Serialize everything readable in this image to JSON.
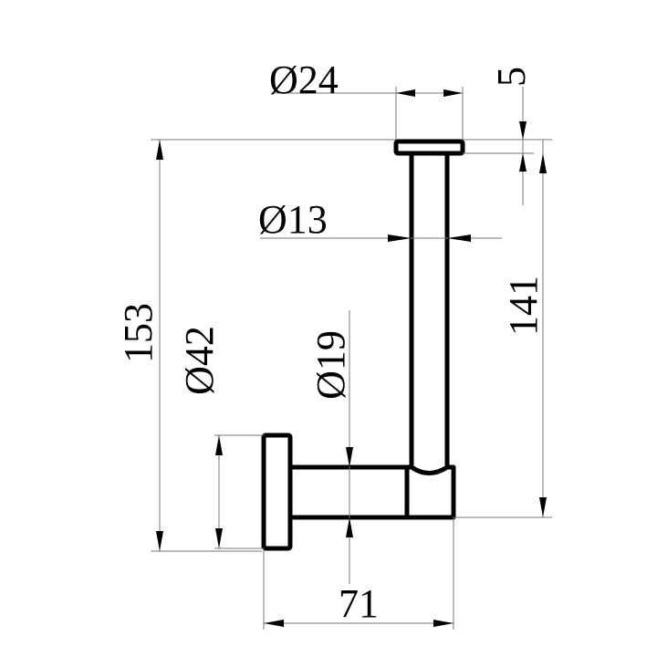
{
  "drawing": {
    "dimensions": {
      "cap_diameter": "Ø24",
      "cap_thickness": "5",
      "stem_diameter": "Ø13",
      "overall_height": "153",
      "stem_height": "141",
      "plate_diameter": "Ø42",
      "arm_diameter": "Ø19",
      "depth": "71"
    },
    "colors": {
      "line": "#000000",
      "dimension_line": "#777777"
    }
  }
}
